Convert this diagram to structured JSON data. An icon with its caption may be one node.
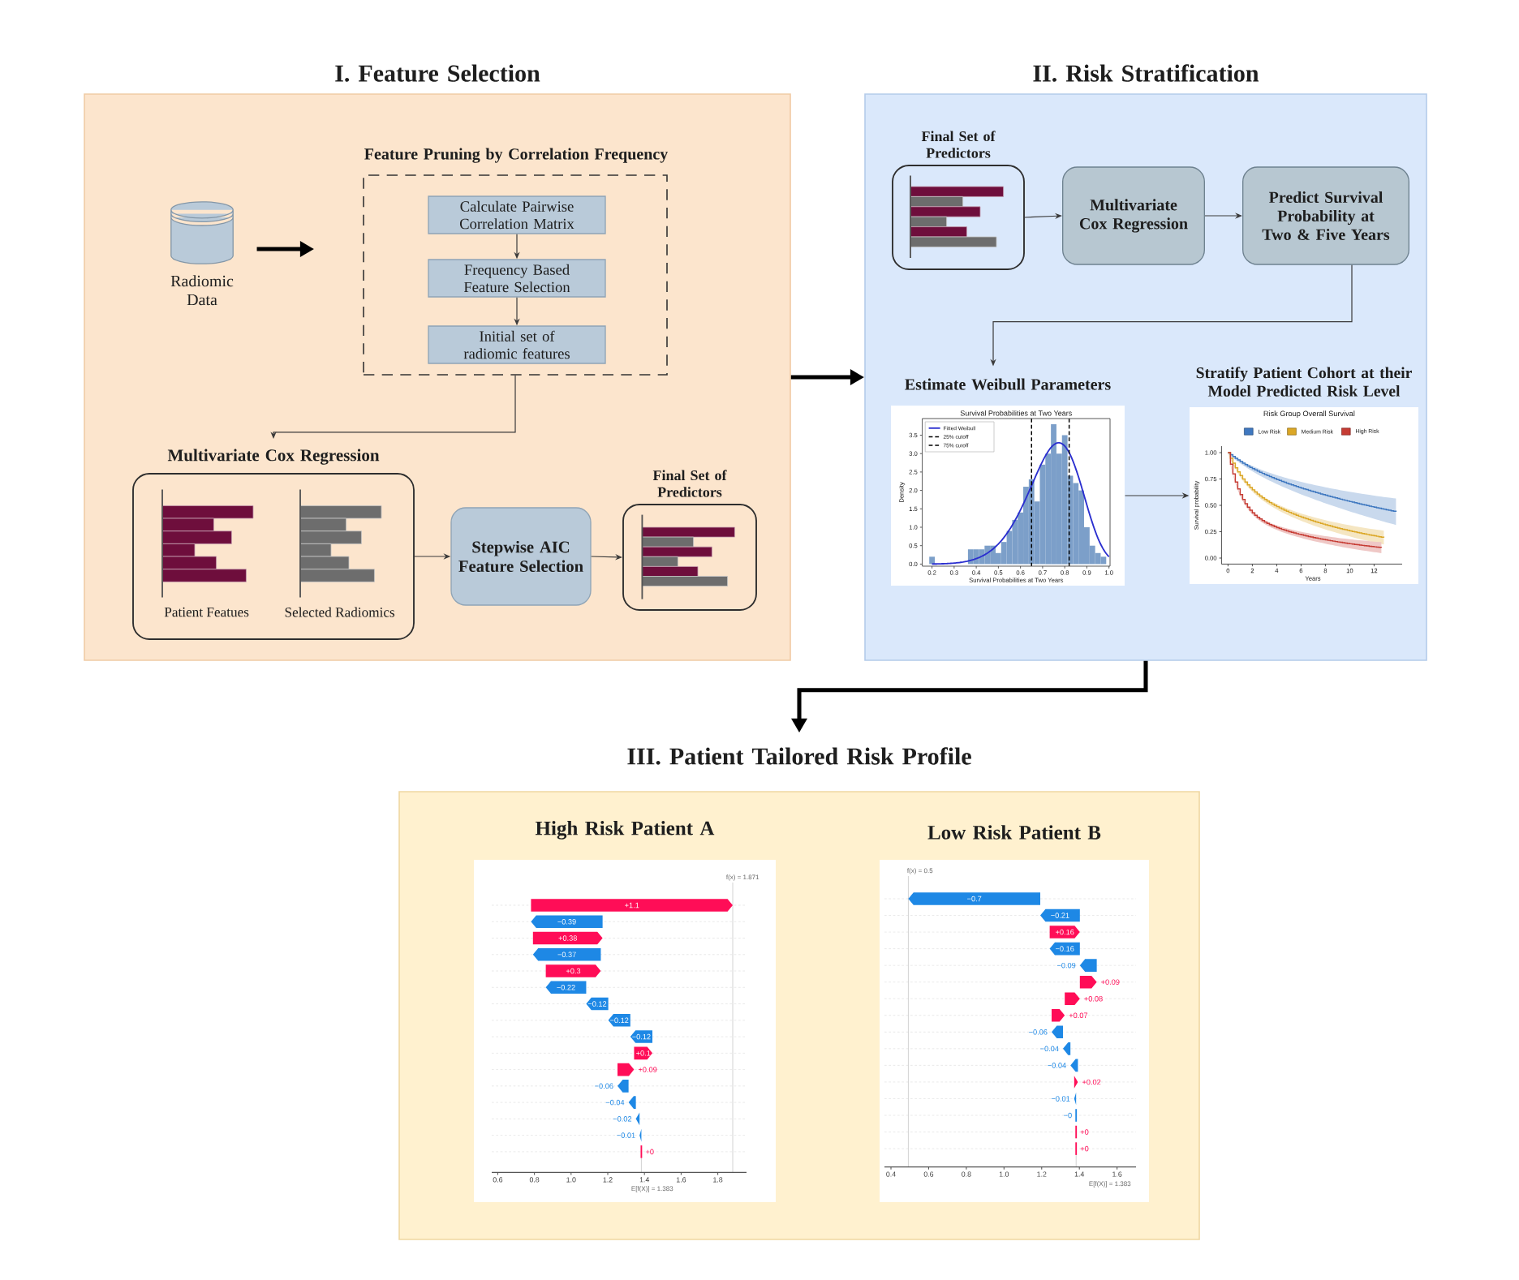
{
  "diagram": {
    "nodes": [
      {
        "text": [
          "I. Feature Selection"
        ]
      },
      {
        "text": [
          "Radiomic Data"
        ],
        "in": 0
      },
      {
        "text": [
          "Feature Pruning by Correlation Frequency"
        ],
        "in": 0
      },
      {
        "text": [
          "Calculate Pairwise Correlation Matrix"
        ],
        "in": 2
      },
      {
        "text": [
          "Frequency Based Feature Selection"
        ],
        "in": 2
      },
      {
        "text": [
          "Initial set of radiomic features"
        ],
        "in": 2
      },
      {
        "text": [
          "Multivariate Cox Regression"
        ],
        "in": 0
      },
      {
        "text": [
          "Stepwise AIC Feature Selection"
        ],
        "in": 0
      },
      {
        "text": [
          "Final Set of Predictors"
        ],
        "in": 0
      },
      {
        "text": [
          "II. Risk Stratification"
        ]
      },
      {
        "text": [
          "Final Set of Predictors"
        ],
        "in": 9
      },
      {
        "text": [
          "Multivariate Cox Regression"
        ],
        "in": 9
      },
      {
        "text": [
          "Predict Survival Probability at Two & Five Years"
        ],
        "in": 9
      },
      {
        "text": [
          "Estimate Weibull Parameters"
        ],
        "in": 9
      },
      {
        "text": [
          "Stratify Patient Cohort at their Model Predicted Risk Level"
        ],
        "in": 9
      },
      {
        "text": [
          "III. Patient Tailored Risk Profile"
        ]
      },
      {
        "text": [
          "High Risk Patient A"
        ],
        "in": 15
      },
      {
        "text": [
          "Low Risk Patient B"
        ],
        "in": 15
      }
    ],
    "edges": [
      {
        "from": 1,
        "to": 2,
        "arrow": "to",
        "style": "thick"
      },
      {
        "from": 3,
        "to": 4,
        "arrow": "to"
      },
      {
        "from": 4,
        "to": 5,
        "arrow": "to"
      },
      {
        "from": 2,
        "to": 6,
        "arrow": "to"
      },
      {
        "from": 6,
        "to": 7,
        "arrow": "to"
      },
      {
        "from": 7,
        "to": 8,
        "arrow": "to"
      },
      {
        "from": 0,
        "to": 9,
        "arrow": "to",
        "style": "thick"
      },
      {
        "from": 10,
        "to": 11,
        "arrow": "to"
      },
      {
        "from": 11,
        "to": 12,
        "arrow": "to"
      },
      {
        "from": 12,
        "to": 13,
        "arrow": "to"
      },
      {
        "from": 13,
        "to": 14,
        "arrow": "to"
      },
      {
        "from": 9,
        "to": 15,
        "arrow": "to",
        "style": "thick"
      }
    ],
    "labels": [
      "Patient Featues",
      "Selected Radiomics",
      "Survival Probabilities at Two Years",
      "3.5",
      "3.0",
      "2.5",
      "2.0",
      "1.5",
      "1.0",
      "0.5",
      "0.0",
      "Density",
      "0.2",
      "0.3",
      "0.4",
      "0.5",
      "0.6",
      "0.7",
      "0.8",
      "0.9",
      "1.0",
      "Survival Probabilities at Two Years",
      "Risk Group Overall Survival",
      "1.00",
      "0.75",
      "0.50",
      "0.25",
      "0.00",
      "Survival probability",
      "0",
      "2",
      "4",
      "6",
      "8",
      "10",
      "12",
      "Years",
      "f(x) = 1.871",
      "+1.1",
      "−0.39",
      "+0.38",
      "−0.37",
      "+0.3",
      "−0.22",
      "−0.12",
      "−0.12",
      "−0.12",
      "+0.1",
      "+0.09",
      "−0.06",
      "−0.04",
      "−0.02",
      "−0.01",
      "+0",
      "0.6",
      "0.8",
      "1.0",
      "1.2",
      "1.4",
      "1.6",
      "1.8",
      "E[f(X)] = 1.383",
      "f(x) = 0.5",
      "−0.7",
      "−0.21",
      "+0.16",
      "−0.16",
      "−0.09",
      "+0.09",
      "+0.08",
      "+0.07",
      "−0.06",
      "−0.04",
      "−0.04",
      "+0.02",
      "−0.01",
      "−0",
      "+0",
      "+0",
      "0.4",
      "0.6",
      "0.8",
      "1.0",
      "1.2",
      "1.4",
      "1.6",
      "E[f(X)] = 1.383"
    ],
    "legend": [
      {
        "text": "Fitted Weibull"
      },
      {
        "text": "25% cutoff"
      },
      {
        "text": "75% cutoff"
      },
      {
        "text": "Low Risk",
        "color": "#3f78c0"
      },
      {
        "text": "Medium Risk",
        "color": "#dba726"
      },
      {
        "text": "High Risk",
        "color": "#c63c34"
      }
    ]
  }
}
